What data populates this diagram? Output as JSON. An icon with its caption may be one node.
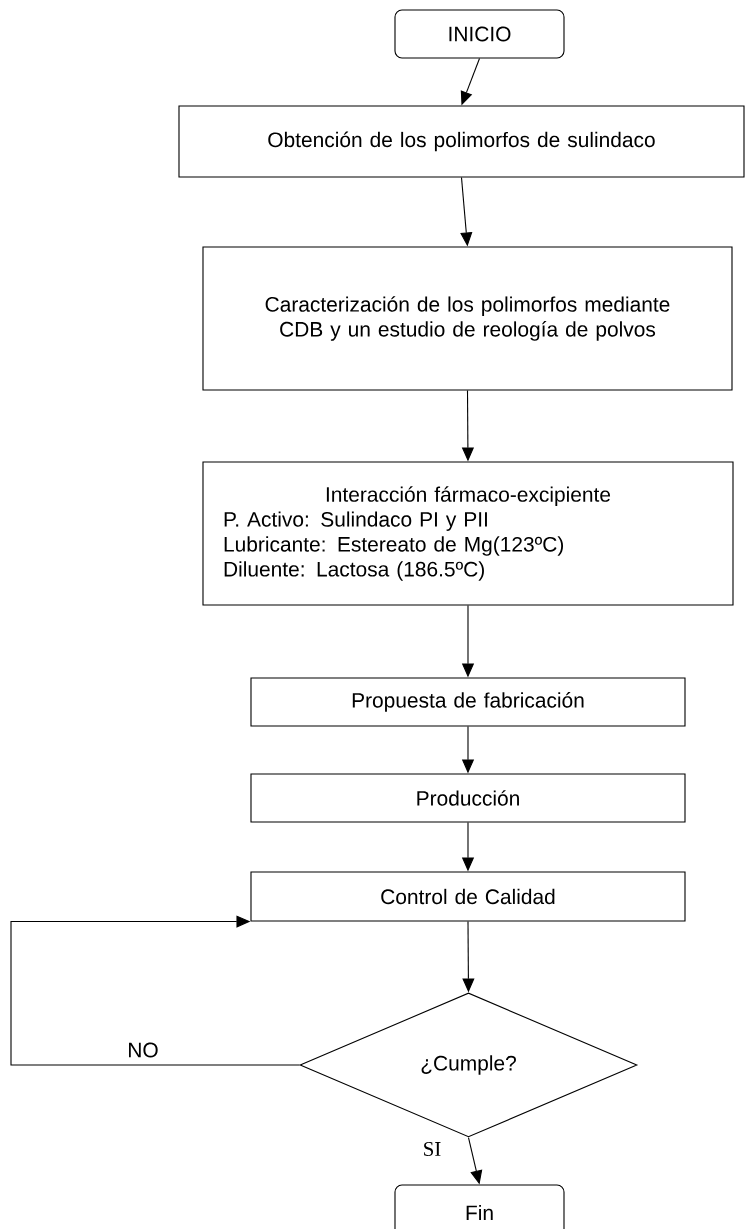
{
  "diagram": {
    "nodes": [
      {
        "text": [
          "INICIO"
        ]
      },
      {
        "text": [
          "Obtención de los polimorfos de sulindaco"
        ]
      },
      {
        "text": [
          "Caracterización de los polimorfos mediante CDB y un estudio de reología de polvos"
        ]
      },
      {
        "text": [
          "Interacción fármaco-excipiente",
          "P. Activo: Sulindaco PI y PII",
          "Lubricante: Estereato de Mg(123ºC)",
          "Diluente: Lactosa (186.5ºC)"
        ]
      },
      {
        "text": [
          "Propuesta de fabricación"
        ]
      },
      {
        "text": [
          "Producción"
        ]
      },
      {
        "text": [
          "Control de Calidad"
        ]
      },
      {
        "text": [
          "¿Cumple?"
        ]
      },
      {
        "text": [
          "Fin"
        ]
      }
    ],
    "edges": [
      {
        "from": 0,
        "to": 1,
        "arrow": "to"
      },
      {
        "from": 1,
        "to": 2,
        "arrow": "to"
      },
      {
        "from": 2,
        "to": 3,
        "arrow": "to"
      },
      {
        "from": 3,
        "to": 4,
        "arrow": "to"
      },
      {
        "from": 4,
        "to": 5,
        "arrow": "to"
      },
      {
        "from": 5,
        "to": 6,
        "arrow": "to"
      },
      {
        "from": 6,
        "to": 7,
        "arrow": "to"
      },
      {
        "from": 7,
        "to": 6,
        "arrow": "to",
        "label": "NO"
      },
      {
        "from": 7,
        "to": 8,
        "arrow": "to",
        "label": "SI"
      }
    ]
  }
}
